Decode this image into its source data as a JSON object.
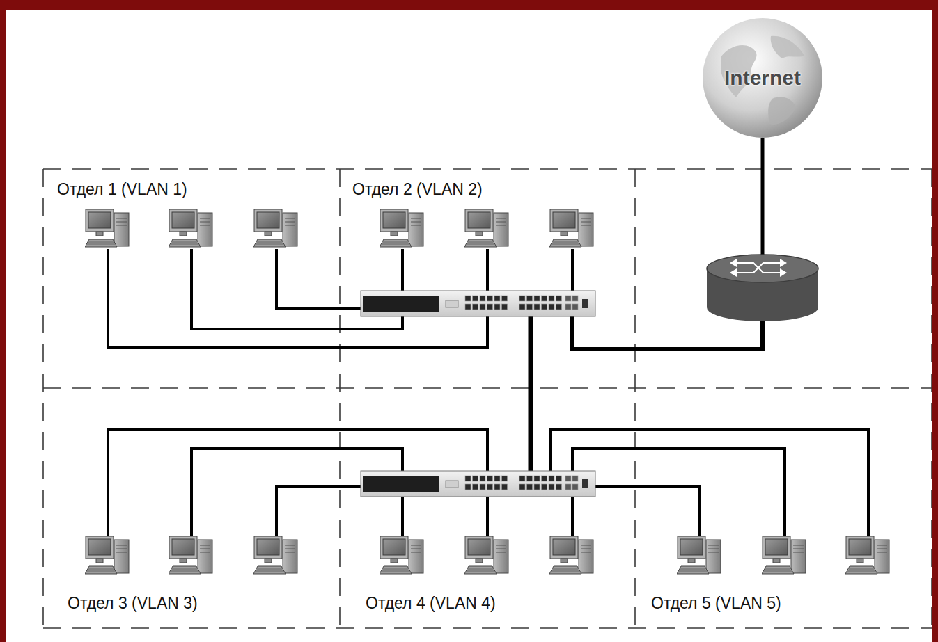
{
  "diagram": {
    "nodes": [
      {
        "text": [
          "Internet"
        ]
      },
      {
        "text": [
          "Отдел 1 (VLAN 1)"
        ]
      },
      {
        "text": [
          "Отдел 2 (VLAN 2)"
        ]
      },
      {
        "text": [
          "Отдел 3 (VLAN 3)"
        ]
      },
      {
        "text": [
          "Отдел 4 (VLAN 4)"
        ]
      },
      {
        "text": [
          "Отдел 5 (VLAN 5)"
        ]
      }
    ]
  }
}
